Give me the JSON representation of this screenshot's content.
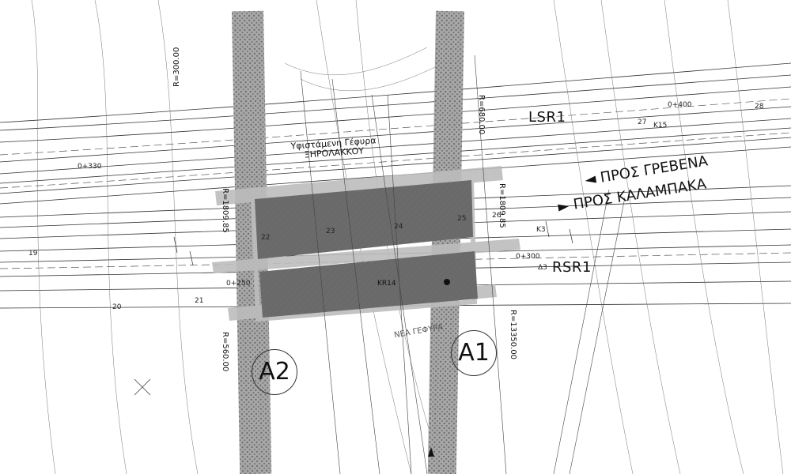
{
  "labels": {
    "lsr1": "LSR1",
    "rsr1": "RSR1",
    "to_grevena": "◄ ΠΡΟΣ ΓΡΕΒΕΝΑ",
    "to_kalampaka": "► ΠΡΟΣ ΚΑΛΑΜΠΑΚΑ",
    "existing_bridge_line1": "Υφιστάμενη Γέφυρα",
    "existing_bridge_line2": "ΞΗΡΟΛΑΚΚΟΥ",
    "new_bridge": "ΝΕΑ ΓΕΦΥΡΑ",
    "kr14": "KR14",
    "abutment_a2": "A2",
    "abutment_a1": "A1"
  },
  "radii": {
    "r300": "R=300.00",
    "r680": "R=680.00",
    "r1809_left": "R=1809.85",
    "r1809_right": "R=1809.85",
    "r560": "R=560.00",
    "r13350": "R=13350.00"
  },
  "small_labels": {
    "k15": "K15",
    "k3": "K3",
    "d3": "Δ3",
    "ch_400": "0+400",
    "ch_300": "0+300",
    "ch_250": "0+250",
    "ch_330": "0+330",
    "n19": "19",
    "n20": "20",
    "n21": "21",
    "n22": "22",
    "n23": "23",
    "n24": "24",
    "n25": "25",
    "n26": "26",
    "n27": "27",
    "n28": "28"
  },
  "colors": {
    "bridge_deck": "#6b6b6b",
    "deck_outline": "#bdbdbd",
    "abutment_hatch": "#8a8a8a",
    "lines": "#333333"
  }
}
